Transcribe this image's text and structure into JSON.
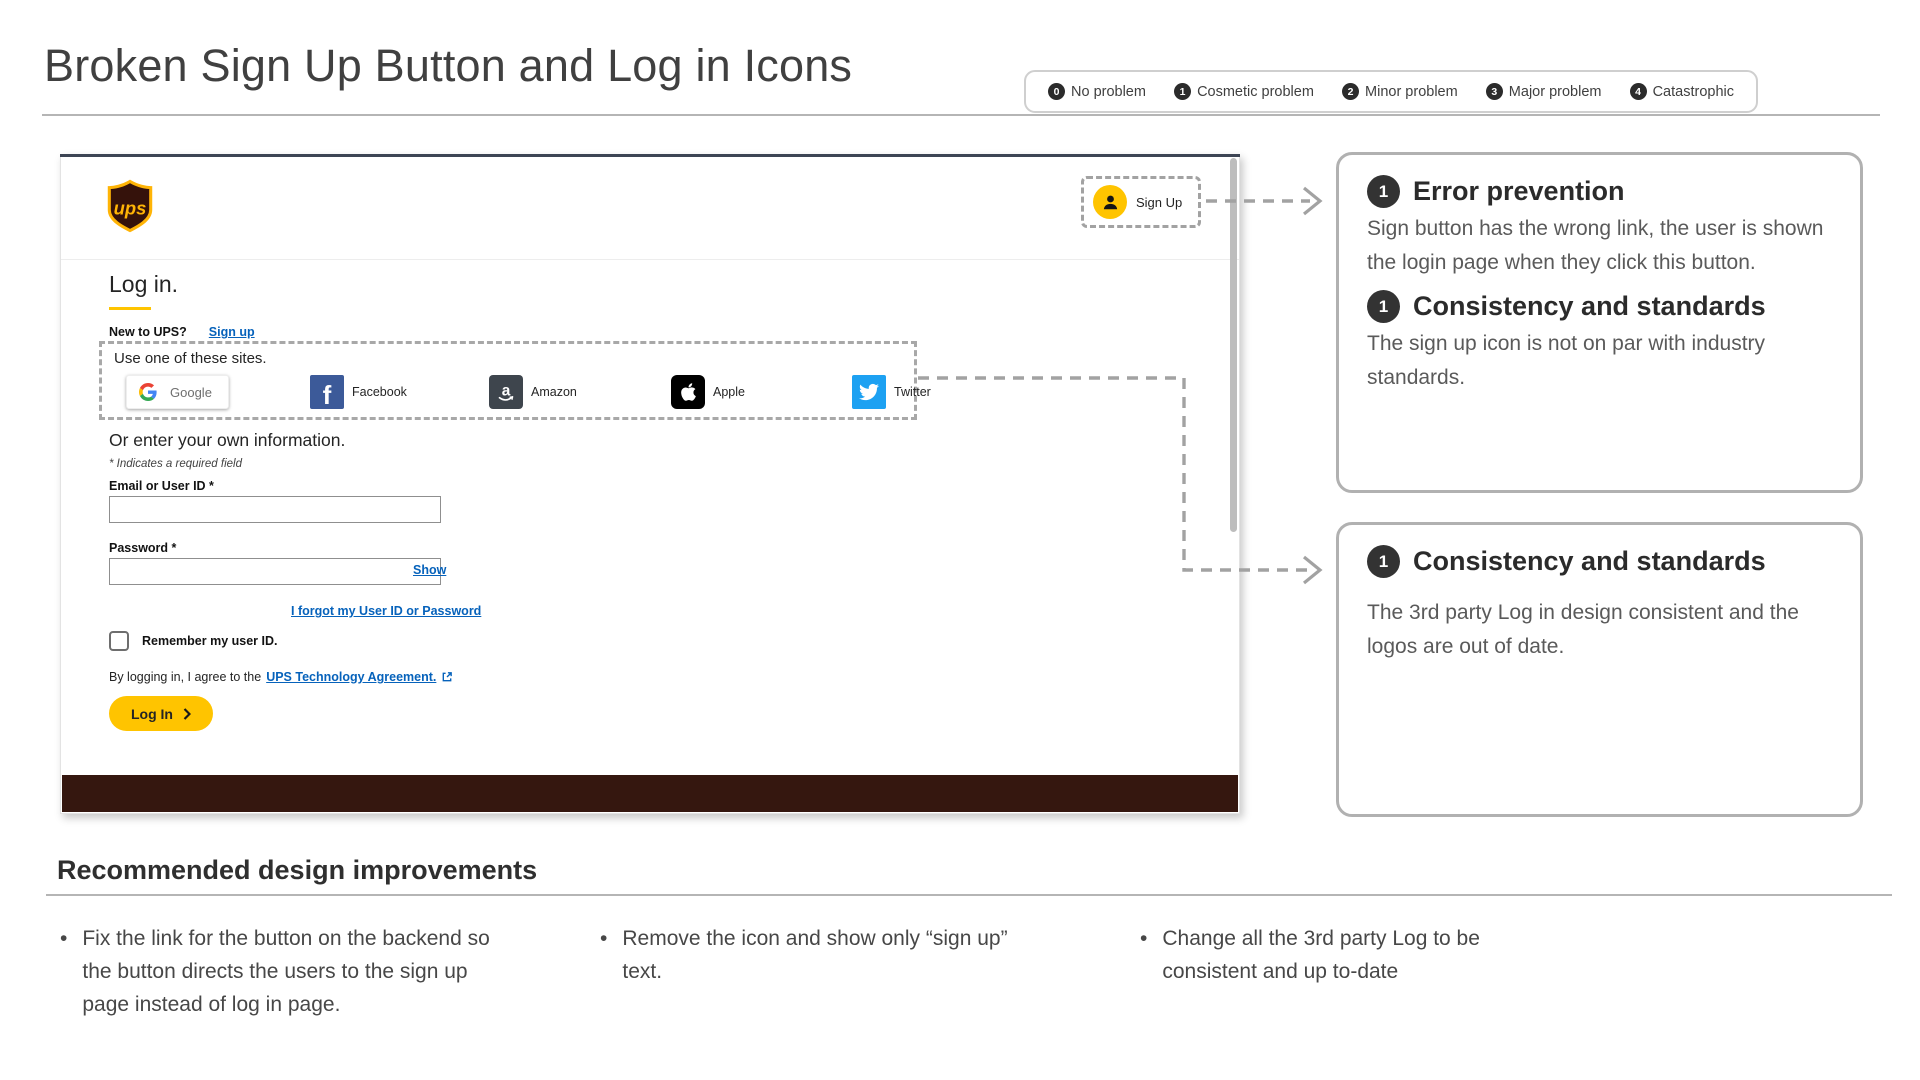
{
  "page": {
    "title": "Broken Sign Up Button and Log in Icons",
    "legend": [
      {
        "num": "0",
        "label": "No problem"
      },
      {
        "num": "1",
        "label": "Cosmetic problem"
      },
      {
        "num": "2",
        "label": "Minor problem"
      },
      {
        "num": "3",
        "label": "Major problem"
      },
      {
        "num": "4",
        "label": "Catastrophic"
      }
    ]
  },
  "screenshot": {
    "brand": "ups",
    "signup_button": "Sign Up",
    "login_heading": "Log in.",
    "new_to_ups": "New to UPS?",
    "signup_link": "Sign up",
    "social_heading": "Use one of these sites.",
    "social": [
      {
        "name": "Google"
      },
      {
        "name": "Facebook"
      },
      {
        "name": "Amazon"
      },
      {
        "name": "Apple"
      },
      {
        "name": "Twitter"
      }
    ],
    "own_info_heading": "Or enter your own information.",
    "required_note": "* Indicates a required field",
    "email_label": "Email or User ID *",
    "email_value": "",
    "password_label": "Password *",
    "password_value": "",
    "show_link": "Show",
    "forgot_link": "I forgot my User ID or Password",
    "remember_label": "Remember my user ID.",
    "agreement_prefix": "By logging in, I agree to the",
    "agreement_link": "UPS Technology Agreement.",
    "login_button": "Log In"
  },
  "callouts": [
    {
      "items": [
        {
          "num": "1",
          "heading": "Error prevention",
          "body": "Sign button has the wrong link, the user is shown the login page when they click this button."
        },
        {
          "num": "1",
          "heading": "Consistency and standards",
          "body": "The sign up icon is not on par with industry standards."
        }
      ]
    },
    {
      "items": [
        {
          "num": "1",
          "heading": "Consistency and standards",
          "body": "The 3rd party Log in design consistent and the logos are out of date."
        }
      ]
    }
  ],
  "improvements": {
    "heading": "Recommended design improvements",
    "items": [
      "Fix the link for the button on the backend so the button directs the users to the sign up page instead of log in page.",
      "Remove the icon and show only “sign up” text.",
      "Change all the 3rd party Log to be consistent and up to-date"
    ]
  },
  "colors": {
    "ups_gold": "#FFC400",
    "ups_shield_gold": "#FFB406",
    "ups_brown": "#35170F",
    "link_blue": "#0662BB",
    "facebook_blue": "#3C5A99",
    "amazon_gray": "#3E454D",
    "twitter_blue": "#1DA1F2",
    "connector_gray": "#A2A2A2",
    "card_topline": "#3D4554"
  }
}
